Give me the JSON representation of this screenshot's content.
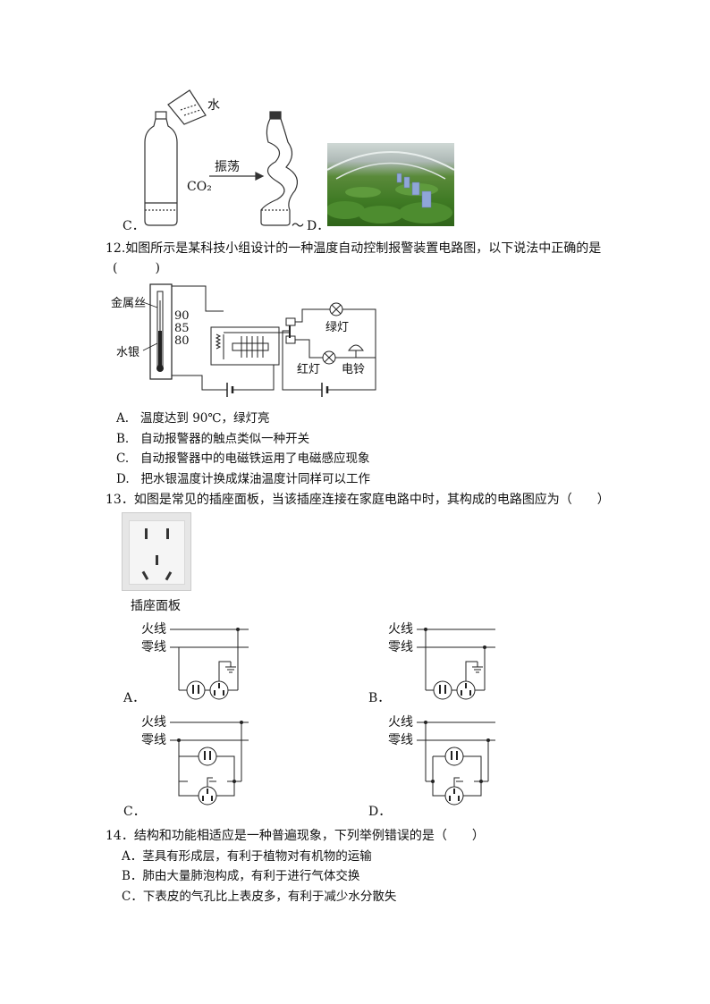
{
  "q11": {
    "label_water": "水",
    "label_shake": "振荡",
    "label_co2": "CO₂",
    "option_c": "C．",
    "option_d": "D．",
    "tilde": "～"
  },
  "q12": {
    "stem": "12.如图所示是某科技小组设计的一种温度自动控制报警装置电路图，以下说法中正确的是",
    "paren": "(　　　)",
    "labels": {
      "metal_wire": "金属丝",
      "mercury": "水银",
      "t90": "90",
      "t85": "85",
      "t80": "80",
      "green_light": "绿灯",
      "red_light": "红灯",
      "bell": "电铃"
    },
    "options": [
      {
        "key": "A.",
        "text": "温度达到 90℃，绿灯亮"
      },
      {
        "key": "B.",
        "text": "自动报警器的触点类似一种开关"
      },
      {
        "key": "C.",
        "text": "自动报警器中的电磁铁运用了电磁感应现象"
      },
      {
        "key": "D.",
        "text": "把水银温度计换成煤油温度计同样可以工作"
      }
    ]
  },
  "q13": {
    "stem": "13．如图是常见的插座面板，当该插座连接在家庭电路中时，其构成的电路图应为（　　）",
    "socket_caption": "插座面板",
    "live": "火线",
    "neutral": "零线",
    "options": [
      "A．",
      "B．",
      "C．",
      "D．"
    ]
  },
  "q14": {
    "stem": "14．结构和功能相适应是一种普遍现象，下列举例错误的是（　　）",
    "options": [
      "A．茎具有形成层，有利于植物对有机物的运输",
      "B．肺由大量肺泡构成，有利于进行气体交换",
      "C．下表皮的气孔比上表皮多，有利于减少水分散失"
    ]
  }
}
